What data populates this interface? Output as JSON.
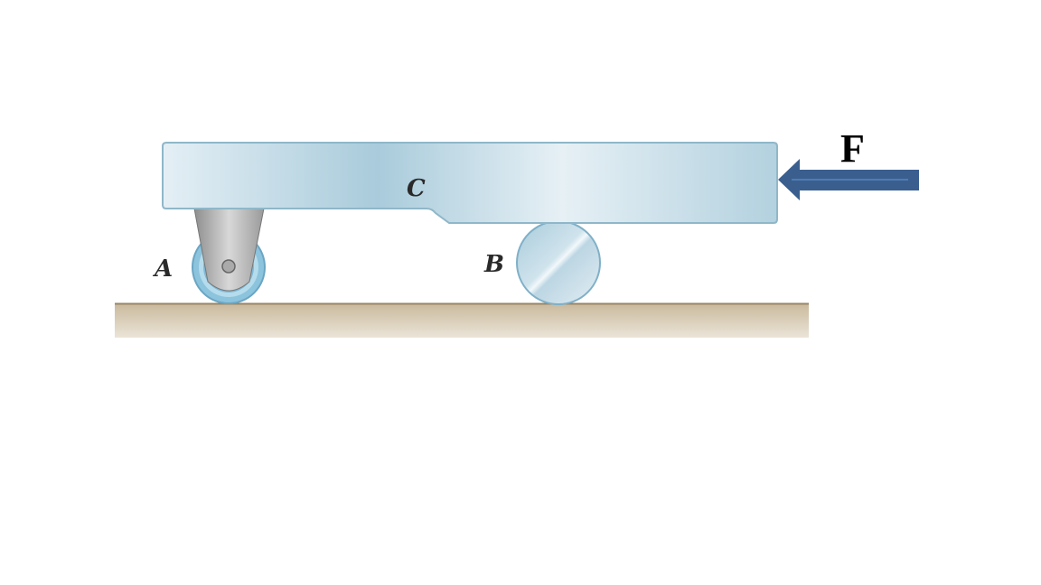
{
  "labels": {
    "platform": "C",
    "caster": "A",
    "roller": "B",
    "force": "F"
  },
  "colors": {
    "platform": "#b9d6e3",
    "platform_edge": "#8fb7c9",
    "arrow": "#3a5f8f",
    "ground": "#d8ccb8",
    "ground_edge": "#9a8466"
  }
}
